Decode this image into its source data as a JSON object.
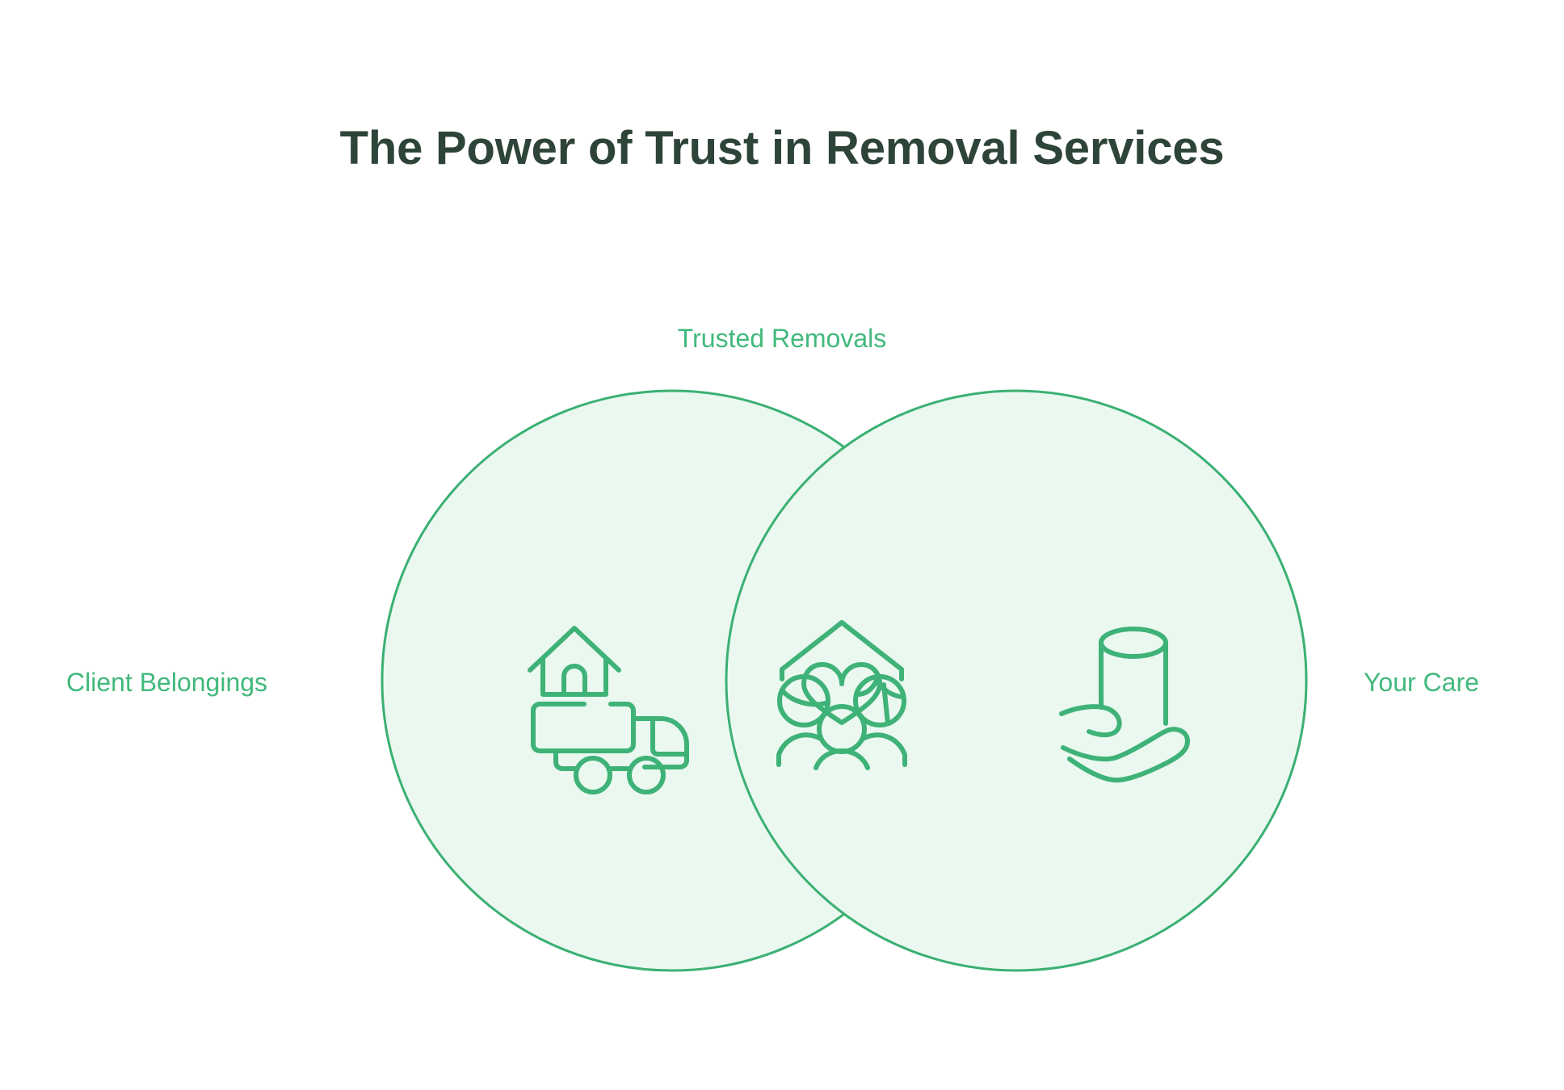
{
  "chart_data": {
    "type": "venn",
    "title": "The Power of Trust in Removal Services",
    "sets": [
      {
        "id": "left",
        "label": "Client Belongings",
        "label_position": "left-outside",
        "icon": "house-on-moving-truck-icon",
        "center": [
          832,
          843
        ],
        "radius": 360
      },
      {
        "id": "right",
        "label": "Your Care",
        "label_position": "right-outside",
        "icon": "hand-holding-container-icon",
        "center": [
          1258,
          843
        ],
        "radius": 360
      }
    ],
    "intersection": {
      "label": "Trusted Removals",
      "label_position": "top-center",
      "icon": "family-under-roof-with-heart-icon"
    },
    "xlabel": "",
    "ylabel": "",
    "grid": false,
    "legend": "none"
  },
  "header": {
    "title": "The Power of Trust in Removal Services"
  },
  "venn": {
    "top_label": "Trusted Removals",
    "left_label": "Client Belongings",
    "right_label": "Your Care",
    "icons": {
      "left": "house-on-moving-truck-icon",
      "center": "family-under-roof-with-heart-icon",
      "right": "hand-holding-container-icon"
    }
  },
  "colors": {
    "background": "#FFFFFF",
    "title_text": "#2E4438",
    "accent_green": "#41B97C",
    "circle_stroke": "#3BB072",
    "circle_fill": "#EAF8F0",
    "icon_stroke": "#3FB277"
  }
}
